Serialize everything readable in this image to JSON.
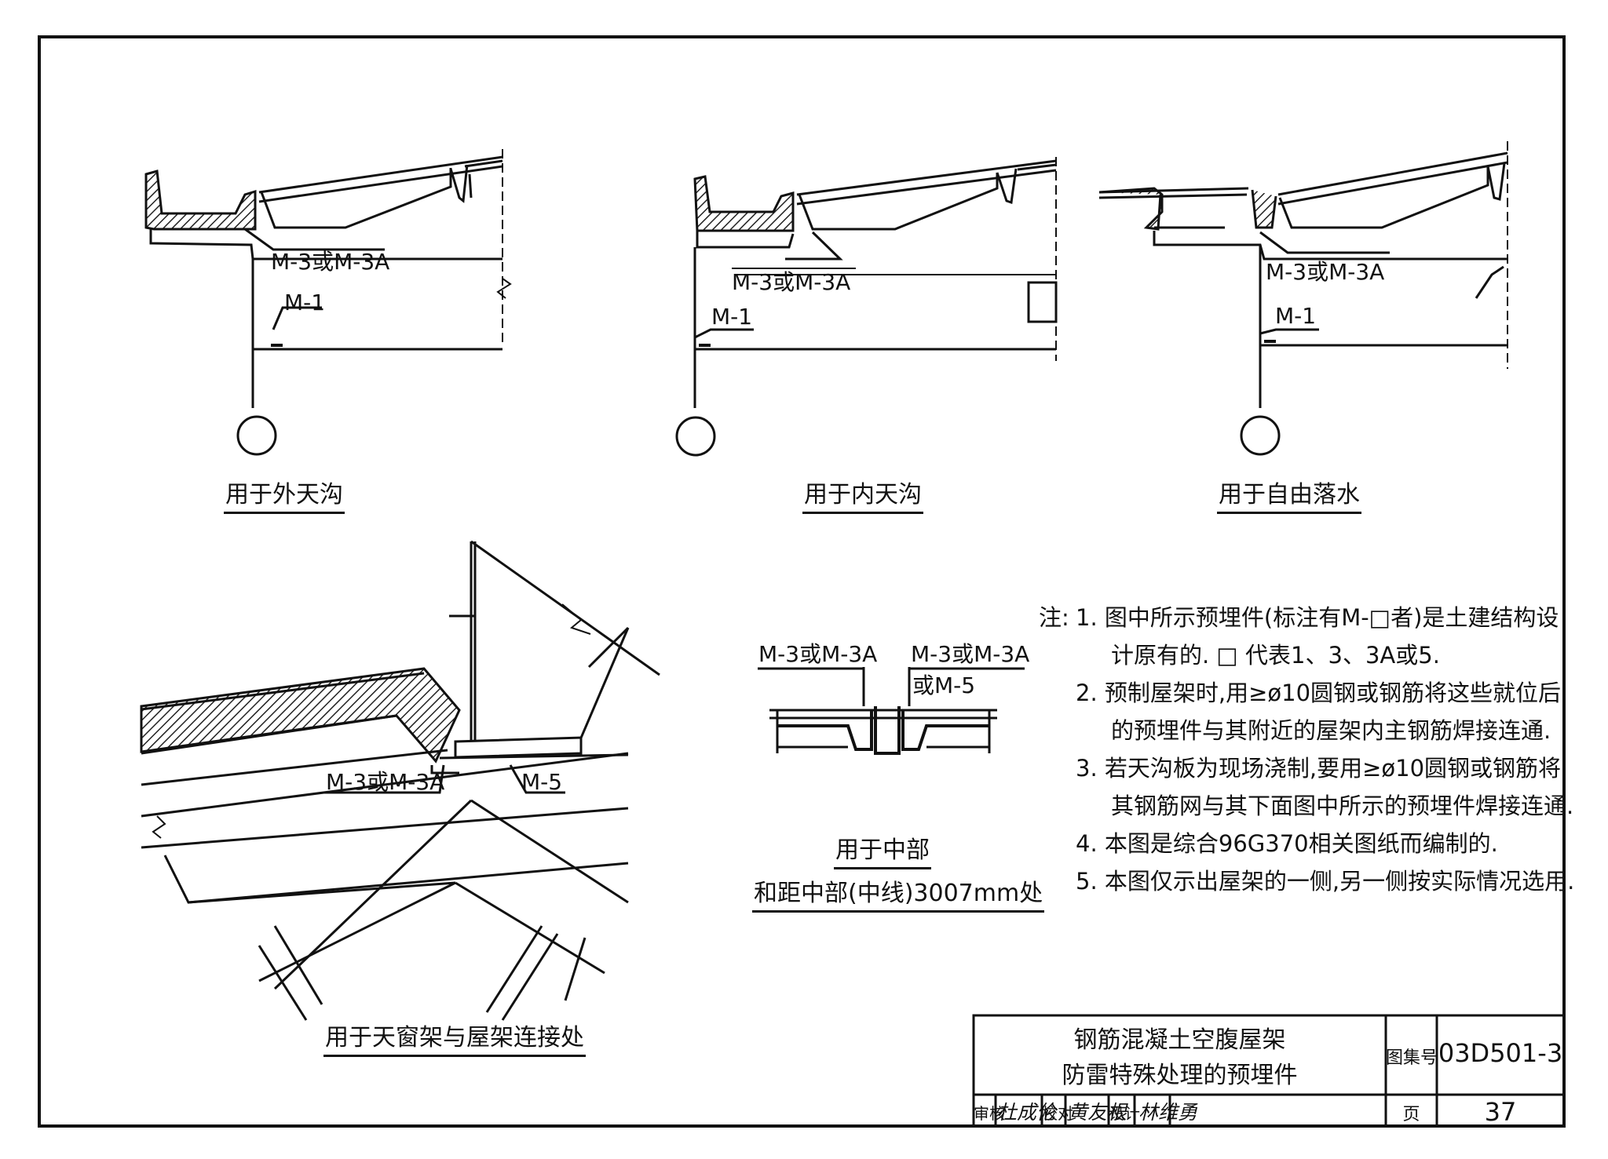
{
  "captions": {
    "outer_gutter": "用于外天沟",
    "inner_gutter": "用于内天沟",
    "free_drainage": "用于自由落水",
    "skylight": "用于天窗架与屋架连接处",
    "middle_line1": "用于中部",
    "middle_line2": "和距中部(中线)3007mm处"
  },
  "labels": {
    "m3_or_m3a": "M-3或M-3A",
    "m1": "M-1",
    "m5": "M-5",
    "or_m5": "或M-5"
  },
  "notes": {
    "prefix": "注:",
    "n1a": "1. 图中所示预埋件(标注有M-□者)是土建结构设",
    "n1b": "计原有的. □ 代表1、3、3A或5.",
    "n2a": "2. 预制屋架时,用≥ø10圆钢或钢筋将这些就位后",
    "n2b": "的预埋件与其附近的屋架内主钢筋焊接连通.",
    "n3a": "3. 若天沟板为现场浇制,要用≥ø10圆钢或钢筋将",
    "n3b": "其钢筋网与其下面图中所示的预埋件焊接连通.",
    "n4": "4. 本图是综合96G370相关图纸而编制的.",
    "n5": "5. 本图仅示出屋架的一侧,另一侧按实际情况选用."
  },
  "title_block": {
    "title_line1": "钢筋混凝土空腹屋架",
    "title_line2": "防雷特殊处理的预埋件",
    "atlas_label": "图集号",
    "atlas_no": "03D501-3",
    "page_label": "页",
    "page_no": "37",
    "review_label": "审核",
    "review_sig": "杜成伦",
    "check_label": "校对",
    "check_sig": "黄友根",
    "design_label": "设计",
    "design_sig": "林维勇"
  }
}
